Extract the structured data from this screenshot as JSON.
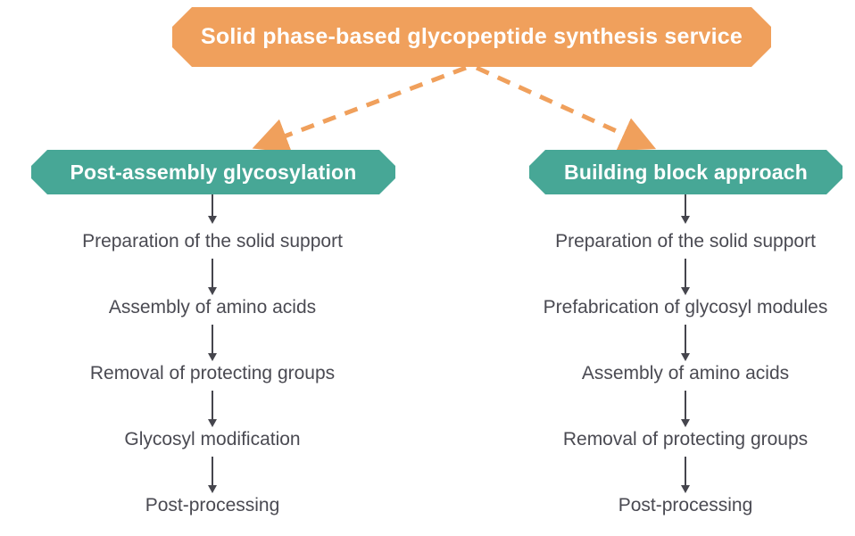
{
  "diagram": {
    "title": "Solid phase-based glycopeptide synthesis service",
    "colors": {
      "banner_orange": "#F0A05C",
      "branch_teal": "#47A796",
      "step_text": "#4A4A52",
      "arrow_gray": "#45454D",
      "background": "#FFFFFF"
    },
    "branches": [
      {
        "header": "Post-assembly glycosylation",
        "steps": [
          "Preparation of the solid support",
          "Assembly of amino acids",
          "Removal of protecting groups",
          "Glycosyl modification",
          "Post-processing"
        ]
      },
      {
        "header": "Building block approach",
        "steps": [
          "Preparation of the solid support",
          "Prefabrication of glycosyl modules",
          "Assembly of amino acids",
          "Removal of protecting groups",
          "Post-processing"
        ]
      }
    ]
  }
}
